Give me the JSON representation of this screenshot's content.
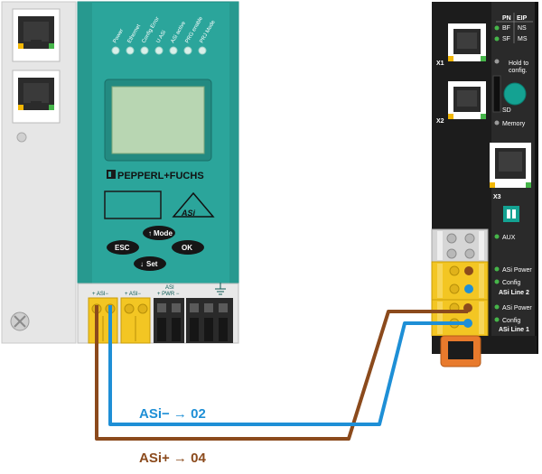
{
  "gateway": {
    "led_labels": [
      "Power",
      "Ethernet",
      "Config Error",
      "U ASi",
      "ASi active",
      "PRG enable",
      "PRJ Mode"
    ],
    "brand": "PEPPERL+FUCHS",
    "asi_logo": "ASi",
    "buttons": {
      "mode": "Mode",
      "esc": "ESC",
      "ok": "OK",
      "set": "Set"
    },
    "terminal_labels": {
      "asi1": "+ ASI−",
      "asi2": "+ ASI−",
      "pwr_top": "ASI",
      "pwr": "+ PWR −"
    }
  },
  "module": {
    "status_header": {
      "pn": "PN",
      "eip": "EIP"
    },
    "status_leds": [
      {
        "left": "BF",
        "right": "NS"
      },
      {
        "left": "SF",
        "right": "MS"
      }
    ],
    "ports": {
      "x1": "X1",
      "x2": "X2",
      "x3": "X3"
    },
    "hold_label": [
      "Hold to",
      "config."
    ],
    "sd_label": "SD",
    "memory_label": "Memory",
    "aux_label": "AUX",
    "line2": {
      "power": "ASi Power",
      "config": "Config",
      "name": "ASi Line 2"
    },
    "line1": {
      "power": "ASi Power",
      "config": "Config",
      "name": "ASi Line 1"
    }
  },
  "wiring": {
    "asi_minus": "ASi− → 02",
    "asi_plus": "ASi+ → 04",
    "colors": {
      "asi_minus": "#1e8fd6",
      "asi_plus": "#8b4a1c"
    }
  },
  "colors": {
    "gateway_green": "#2ba59b",
    "module_body": "#1c1c1c",
    "led_green": "#46b64a",
    "terminal_yellow": "#f3c623"
  }
}
